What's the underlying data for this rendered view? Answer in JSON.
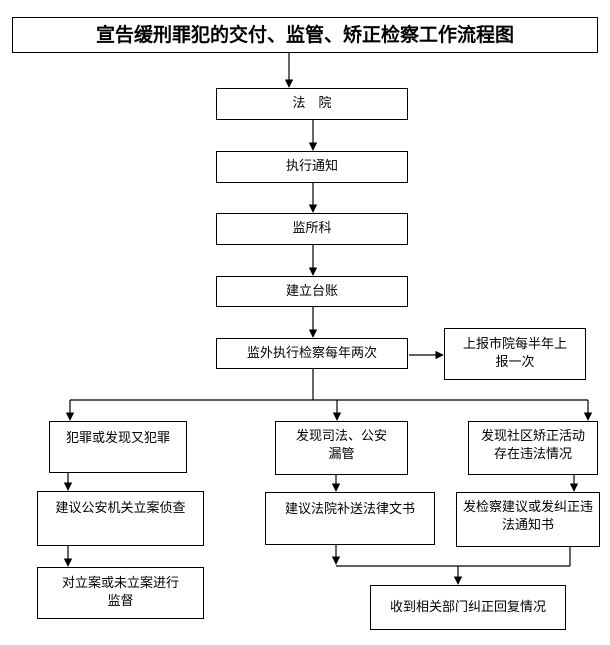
{
  "title": "宣告缓刑罪犯的交付、监管、矫正检察工作流程图",
  "flow": {
    "court": "法　院",
    "notice": "执行通知",
    "prison_section": "监所科",
    "ledger": "建立台账",
    "inspection": "监外执行检察每年两次",
    "report": "上报市院每半年上报一次"
  },
  "branches": {
    "left": {
      "trigger": "犯罪或发现又犯罪",
      "action": "建议公安机关立案侦查",
      "result": "对立案或未立案进行监督"
    },
    "middle": {
      "trigger": "发现司法、公安漏管",
      "action": "建议法院补送法律文书"
    },
    "right": {
      "trigger": "发现社区矫正活动存在违法情况",
      "action": "发检察建议或发纠正违法通知书"
    },
    "merge_result": "收到相关部门纠正回复情况"
  },
  "colors": {
    "line": "#000000",
    "box_border": "#000000",
    "background": "#ffffff"
  }
}
